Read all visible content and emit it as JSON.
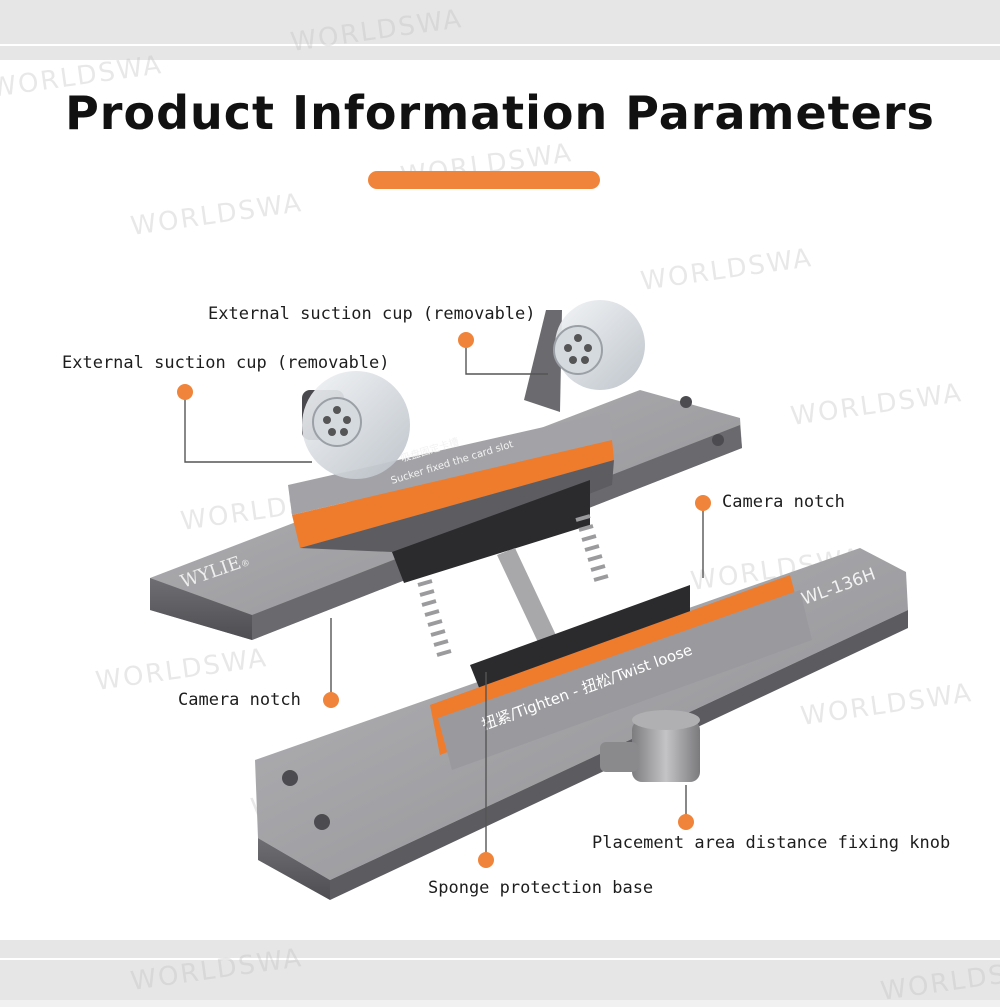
{
  "title": "Product Information Parameters",
  "accent_color": "#f0843a",
  "watermark_text": "WORLDSWA",
  "product": {
    "brand": "WYLIE",
    "brand_mark": "®",
    "model": "WL-136H",
    "slot_arrow_text": "吸盘固定卡槽",
    "slot_arrow_text_en": "Sucker fixed the card slot",
    "knob_instruction": "扭紧/Tighten - 扭松/Twist loose"
  },
  "callouts": {
    "suction_cup_right": "External suction cup (removable)",
    "suction_cup_left": "External suction cup (removable)",
    "camera_notch_right": "Camera notch",
    "camera_notch_left": "Camera notch",
    "knob": "Placement area distance fixing knob",
    "sponge_base": "Sponge protection base"
  }
}
